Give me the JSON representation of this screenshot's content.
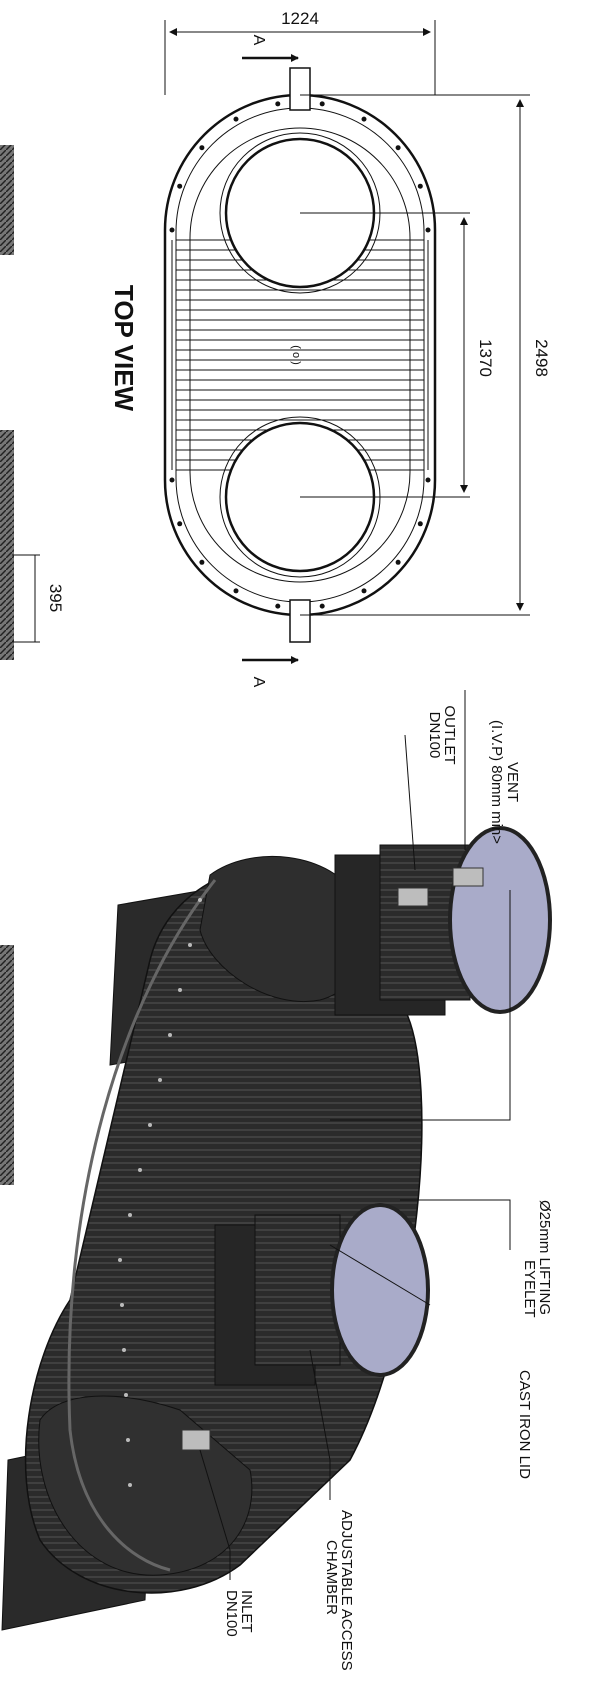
{
  "top_view": {
    "title": "TOP VIEW",
    "dims": {
      "width": "1224",
      "length": "2498",
      "chamber_spacing": "1370",
      "detail": "395"
    },
    "section_marker": "A",
    "center_mark": "( o )"
  },
  "callouts": {
    "vent_line1": "VENT",
    "vent_line2": "(I.V.P) 80mm min>",
    "outlet_line1": "OUTLET",
    "outlet_line2": "DN100",
    "lifting_line1": "Ø25mm LIFTING",
    "lifting_line2": "EYELET",
    "lid": "CAST IRON LID",
    "chamber_line1": "ADJUSTABLE ACCESS",
    "chamber_line2": "CHAMBER",
    "inlet_line1": "INLET",
    "inlet_line2": "DN100"
  },
  "colors": {
    "line": "#111111",
    "tank": "#2a2a2a",
    "tank_shade": "#1a1a1a",
    "lid": "#a9abc9"
  }
}
